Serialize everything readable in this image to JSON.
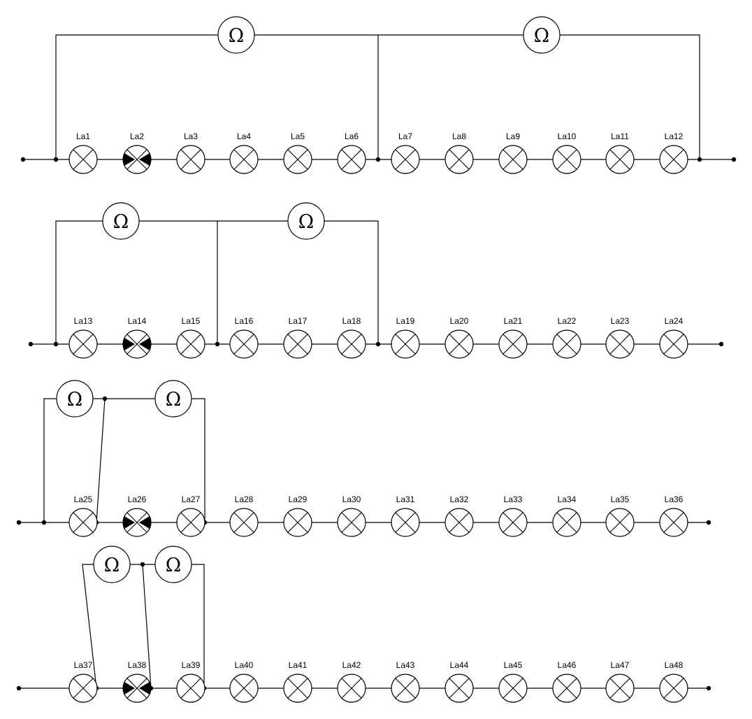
{
  "ohm_symbol": "Ω",
  "rows": [
    {
      "lamps": [
        {
          "label": "La1",
          "blown": false
        },
        {
          "label": "La2",
          "blown": true
        },
        {
          "label": "La3",
          "blown": false
        },
        {
          "label": "La4",
          "blown": false
        },
        {
          "label": "La5",
          "blown": false
        },
        {
          "label": "La6",
          "blown": false
        },
        {
          "label": "La7",
          "blown": false
        },
        {
          "label": "La8",
          "blown": false
        },
        {
          "label": "La9",
          "blown": false
        },
        {
          "label": "La10",
          "blown": false
        },
        {
          "label": "La11",
          "blown": false
        },
        {
          "label": "La12",
          "blown": false
        }
      ]
    },
    {
      "lamps": [
        {
          "label": "La13",
          "blown": false
        },
        {
          "label": "La14",
          "blown": true
        },
        {
          "label": "La15",
          "blown": false
        },
        {
          "label": "La16",
          "blown": false
        },
        {
          "label": "La17",
          "blown": false
        },
        {
          "label": "La18",
          "blown": false
        },
        {
          "label": "La19",
          "blown": false
        },
        {
          "label": "La20",
          "blown": false
        },
        {
          "label": "La21",
          "blown": false
        },
        {
          "label": "La22",
          "blown": false
        },
        {
          "label": "La23",
          "blown": false
        },
        {
          "label": "La24",
          "blown": false
        }
      ]
    },
    {
      "lamps": [
        {
          "label": "La25",
          "blown": false
        },
        {
          "label": "La26",
          "blown": true
        },
        {
          "label": "La27",
          "blown": false
        },
        {
          "label": "La28",
          "blown": false
        },
        {
          "label": "La29",
          "blown": false
        },
        {
          "label": "La30",
          "blown": false
        },
        {
          "label": "La31",
          "blown": false
        },
        {
          "label": "La32",
          "blown": false
        },
        {
          "label": "La33",
          "blown": false
        },
        {
          "label": "La34",
          "blown": false
        },
        {
          "label": "La35",
          "blown": false
        },
        {
          "label": "La36",
          "blown": false
        }
      ]
    },
    {
      "lamps": [
        {
          "label": "La37",
          "blown": false
        },
        {
          "label": "La38",
          "blown": true
        },
        {
          "label": "La39",
          "blown": false
        },
        {
          "label": "La40",
          "blown": false
        },
        {
          "label": "La41",
          "blown": false
        },
        {
          "label": "La42",
          "blown": false
        },
        {
          "label": "La43",
          "blown": false
        },
        {
          "label": "La44",
          "blown": false
        },
        {
          "label": "La45",
          "blown": false
        },
        {
          "label": "La46",
          "blown": false
        },
        {
          "label": "La47",
          "blown": false
        },
        {
          "label": "La48",
          "blown": false
        }
      ]
    }
  ]
}
